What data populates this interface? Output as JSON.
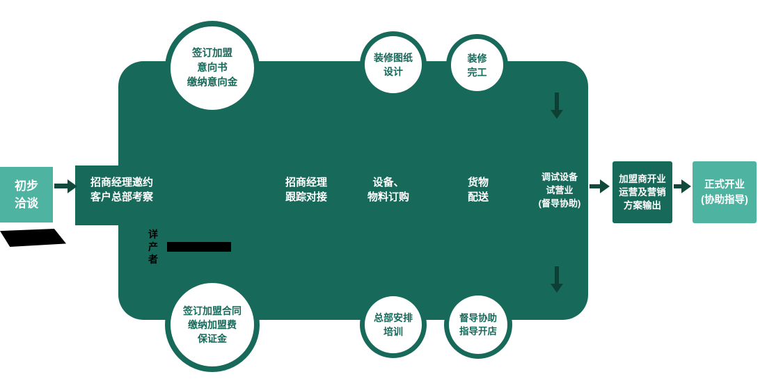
{
  "diagram": {
    "type": "flowchart",
    "colors": {
      "light_teal": "#4FB3A1",
      "dark_teal": "#17695A",
      "arrow_dark": "#11493D",
      "inner_arrow_dark": "#0C4035",
      "circle_bg": "#FFFFFF",
      "artifact_black": "#000000"
    },
    "start": {
      "label": "初步\n洽谈"
    },
    "steps": [
      {
        "label": "招商经理邀约\n客户总部考察"
      },
      {
        "label": "招商经理\n跟踪对接"
      },
      {
        "label": "设备、\n物料订购"
      },
      {
        "label": "货物\n配送"
      },
      {
        "label": "调试设备\n试营业\n(督导协助)"
      }
    ],
    "top_circles": [
      {
        "label": "签订加盟\n意向书\n缴纳意向金"
      },
      {
        "label": "装修图纸\n设计"
      },
      {
        "label": "装修\n完工"
      }
    ],
    "bottom_circles": [
      {
        "label": "签订加盟合同\n缴纳加盟费\n保证金"
      },
      {
        "label": "总部安排\n培训"
      },
      {
        "label": "督导协助\n指导开店"
      }
    ],
    "right_box": {
      "label": "加盟商开业\n运营及营销\n方案输出"
    },
    "end_box": {
      "label": "正式开业\n(协助指导)"
    },
    "obscured_text": {
      "label": "详\n产\n者"
    }
  }
}
